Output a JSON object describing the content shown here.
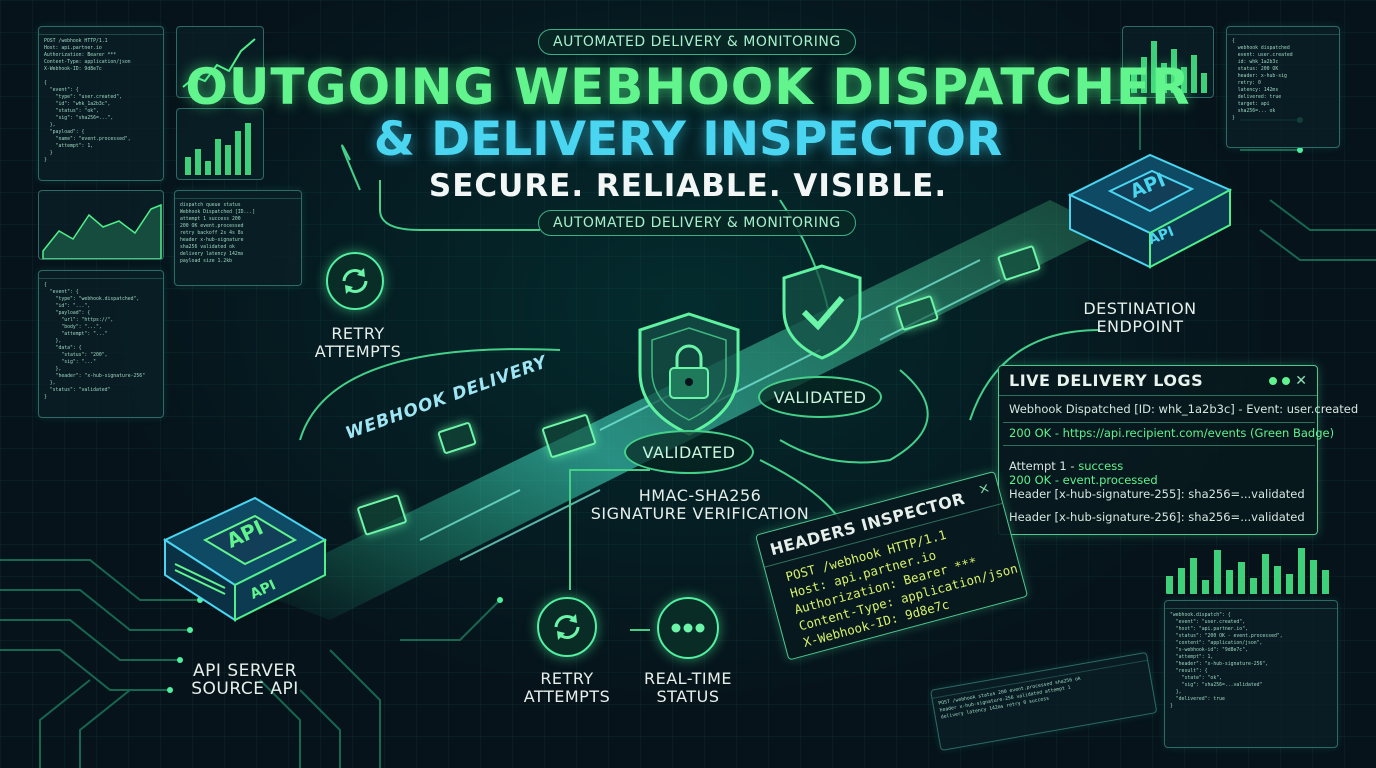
{
  "header": {
    "kicker_top": "AUTOMATED DELIVERY & MONITORING",
    "title_line1": "OUTGOING WEBHOOK DISPATCHER",
    "title_line2": "& DELIVERY INSPECTOR",
    "tagline": "SECURE. RELIABLE. VISIBLE.",
    "kicker_bottom": "AUTOMATED DELIVERY & MONITORING"
  },
  "flow": {
    "webhook_delivery_label": "WEBHOOK DELIVERY",
    "retry_top_line1": "RETRY",
    "retry_top_line2": "ATTEMPTS",
    "source_api_chip": "API",
    "source_api_chip_side": "API",
    "source_line1": "API SERVER",
    "source_line2": "SOURCE API",
    "dest_api_chip": "API",
    "dest_api_chip_side": "API",
    "dest_line1": "DESTINATION",
    "dest_line2": "ENDPOINT",
    "validated_main": "VALIDATED",
    "validated_secondary": "VALIDATED",
    "hmac_line1": "HMAC-SHA256",
    "hmac_line2": "SIGNATURE VERIFICATION",
    "retry_bottom_line1": "RETRY",
    "retry_bottom_line2": "ATTEMPTS",
    "status_line1": "REAL-TIME",
    "status_line2": "STATUS"
  },
  "live_logs": {
    "title": "LIVE DELIVERY LOGS",
    "line1": "Webhook Dispatched [ID: whk_1a2b3c] - Event: user.created",
    "line2": "200 OK - https://api.recipient.com/events (Green Badge)",
    "line3_prefix": "Attempt 1 - ",
    "line3_status": "success",
    "line4": "200 OK - event.processed",
    "line5": "Header [x-hub-signature-255]: sha256=...validated",
    "line6": "Header [x-hub-signature-256]: sha256=...validated"
  },
  "headers_inspector": {
    "title": "HEADERS INSPECTOR",
    "close": "×",
    "lines": [
      "POST /webhook HTTP/1.1",
      "Host: api.partner.io",
      "Authorization: Bearer ***",
      "Content-Type: application/json",
      "X-Webhook-ID: 9d8e7c"
    ]
  },
  "icons": {
    "retry": "refresh-icon",
    "status": "dots-icon",
    "lock": "shield-lock-icon",
    "check": "shield-check-icon",
    "mail": "envelope-icon"
  },
  "colors": {
    "green": "#62f58d",
    "cyan": "#4ad6f0",
    "panel_border": "#4fc890"
  }
}
